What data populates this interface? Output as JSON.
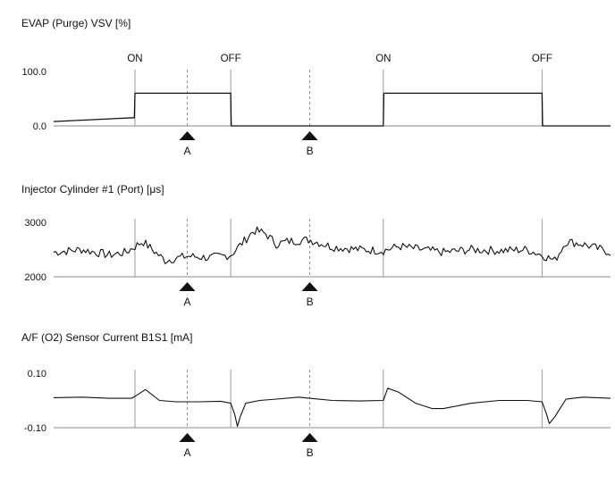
{
  "chart_data": [
    {
      "type": "line",
      "title": "EVAP (Purge) VSV [%]",
      "y_ticks": [
        "100.0",
        "0.0"
      ],
      "ylim": [
        0,
        100
      ],
      "x": [
        0,
        0.145,
        0.146,
        0.318,
        0.319,
        0.592,
        0.593,
        0.877,
        0.878,
        1.0
      ],
      "values": [
        8,
        15,
        60,
        60,
        0,
        0,
        60,
        60,
        0,
        0
      ],
      "events": [
        {
          "label": "ON",
          "x": 0.146
        },
        {
          "label": "OFF",
          "x": 0.318
        },
        {
          "label": "ON",
          "x": 0.592
        },
        {
          "label": "OFF",
          "x": 0.877
        }
      ],
      "markers": [
        {
          "label": "A",
          "x": 0.24
        },
        {
          "label": "B",
          "x": 0.46
        }
      ]
    },
    {
      "type": "line",
      "title": "Injector Cylinder #1 (Port) [μs]",
      "y_ticks": [
        "3000",
        "2000"
      ],
      "ylim": [
        2000,
        3000
      ],
      "x": [
        0,
        0.05,
        0.1,
        0.13,
        0.16,
        0.2,
        0.24,
        0.28,
        0.318,
        0.36,
        0.38,
        0.4,
        0.42,
        0.46,
        0.5,
        0.55,
        0.592,
        0.62,
        0.66,
        0.7,
        0.75,
        0.8,
        0.85,
        0.877,
        0.9,
        0.92,
        0.95,
        1.0
      ],
      "values": [
        2450,
        2500,
        2400,
        2450,
        2650,
        2300,
        2380,
        2350,
        2400,
        2850,
        2800,
        2600,
        2650,
        2680,
        2550,
        2500,
        2480,
        2560,
        2500,
        2450,
        2500,
        2480,
        2500,
        2400,
        2300,
        2650,
        2600,
        2450
      ],
      "events": [
        0.146,
        0.318,
        0.592,
        0.877
      ],
      "markers": [
        {
          "label": "A",
          "x": 0.24
        },
        {
          "label": "B",
          "x": 0.46
        }
      ]
    },
    {
      "type": "line",
      "title": "A/F (O2) Sensor Current B1S1 [mA]",
      "y_ticks": [
        "0.10",
        "-0.10"
      ],
      "ylim": [
        -0.1,
        0.1
      ],
      "x": [
        0,
        0.05,
        0.1,
        0.14,
        0.146,
        0.165,
        0.19,
        0.22,
        0.26,
        0.3,
        0.318,
        0.325,
        0.33,
        0.335,
        0.345,
        0.37,
        0.4,
        0.44,
        0.46,
        0.5,
        0.55,
        0.592,
        0.6,
        0.62,
        0.65,
        0.68,
        0.7,
        0.75,
        0.8,
        0.85,
        0.877,
        0.885,
        0.89,
        0.9,
        0.92,
        0.95,
        1.0
      ],
      "values": [
        0.01,
        0.012,
        0.008,
        0.008,
        0.015,
        0.04,
        0.0,
        -0.005,
        -0.005,
        -0.003,
        -0.01,
        -0.05,
        -0.095,
        -0.06,
        -0.01,
        0.0,
        0.005,
        0.012,
        0.008,
        0.0,
        -0.002,
        0.0,
        0.045,
        0.03,
        -0.01,
        -0.03,
        -0.03,
        -0.01,
        0.0,
        0.0,
        -0.005,
        -0.05,
        -0.085,
        -0.06,
        0.005,
        0.012,
        0.008
      ],
      "events": [
        0.146,
        0.318,
        0.592,
        0.877
      ],
      "markers": [
        {
          "label": "A",
          "x": 0.24
        },
        {
          "label": "B",
          "x": 0.46
        }
      ]
    }
  ]
}
